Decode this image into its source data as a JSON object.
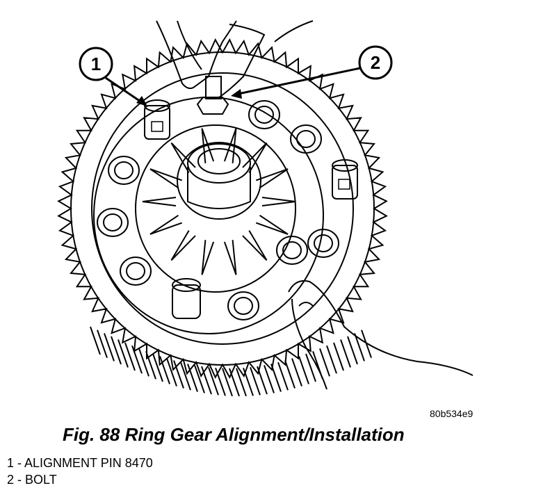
{
  "figure": {
    "callouts": [
      {
        "number": "1",
        "ref": "alignment-pin"
      },
      {
        "number": "2",
        "ref": "bolt"
      }
    ],
    "reference_code": "80b534e9",
    "caption": "Fig. 88 Ring Gear Alignment/Installation"
  },
  "legend": {
    "items": [
      "1 - ALIGNMENT PIN 8470",
      "2 - BOLT"
    ]
  }
}
